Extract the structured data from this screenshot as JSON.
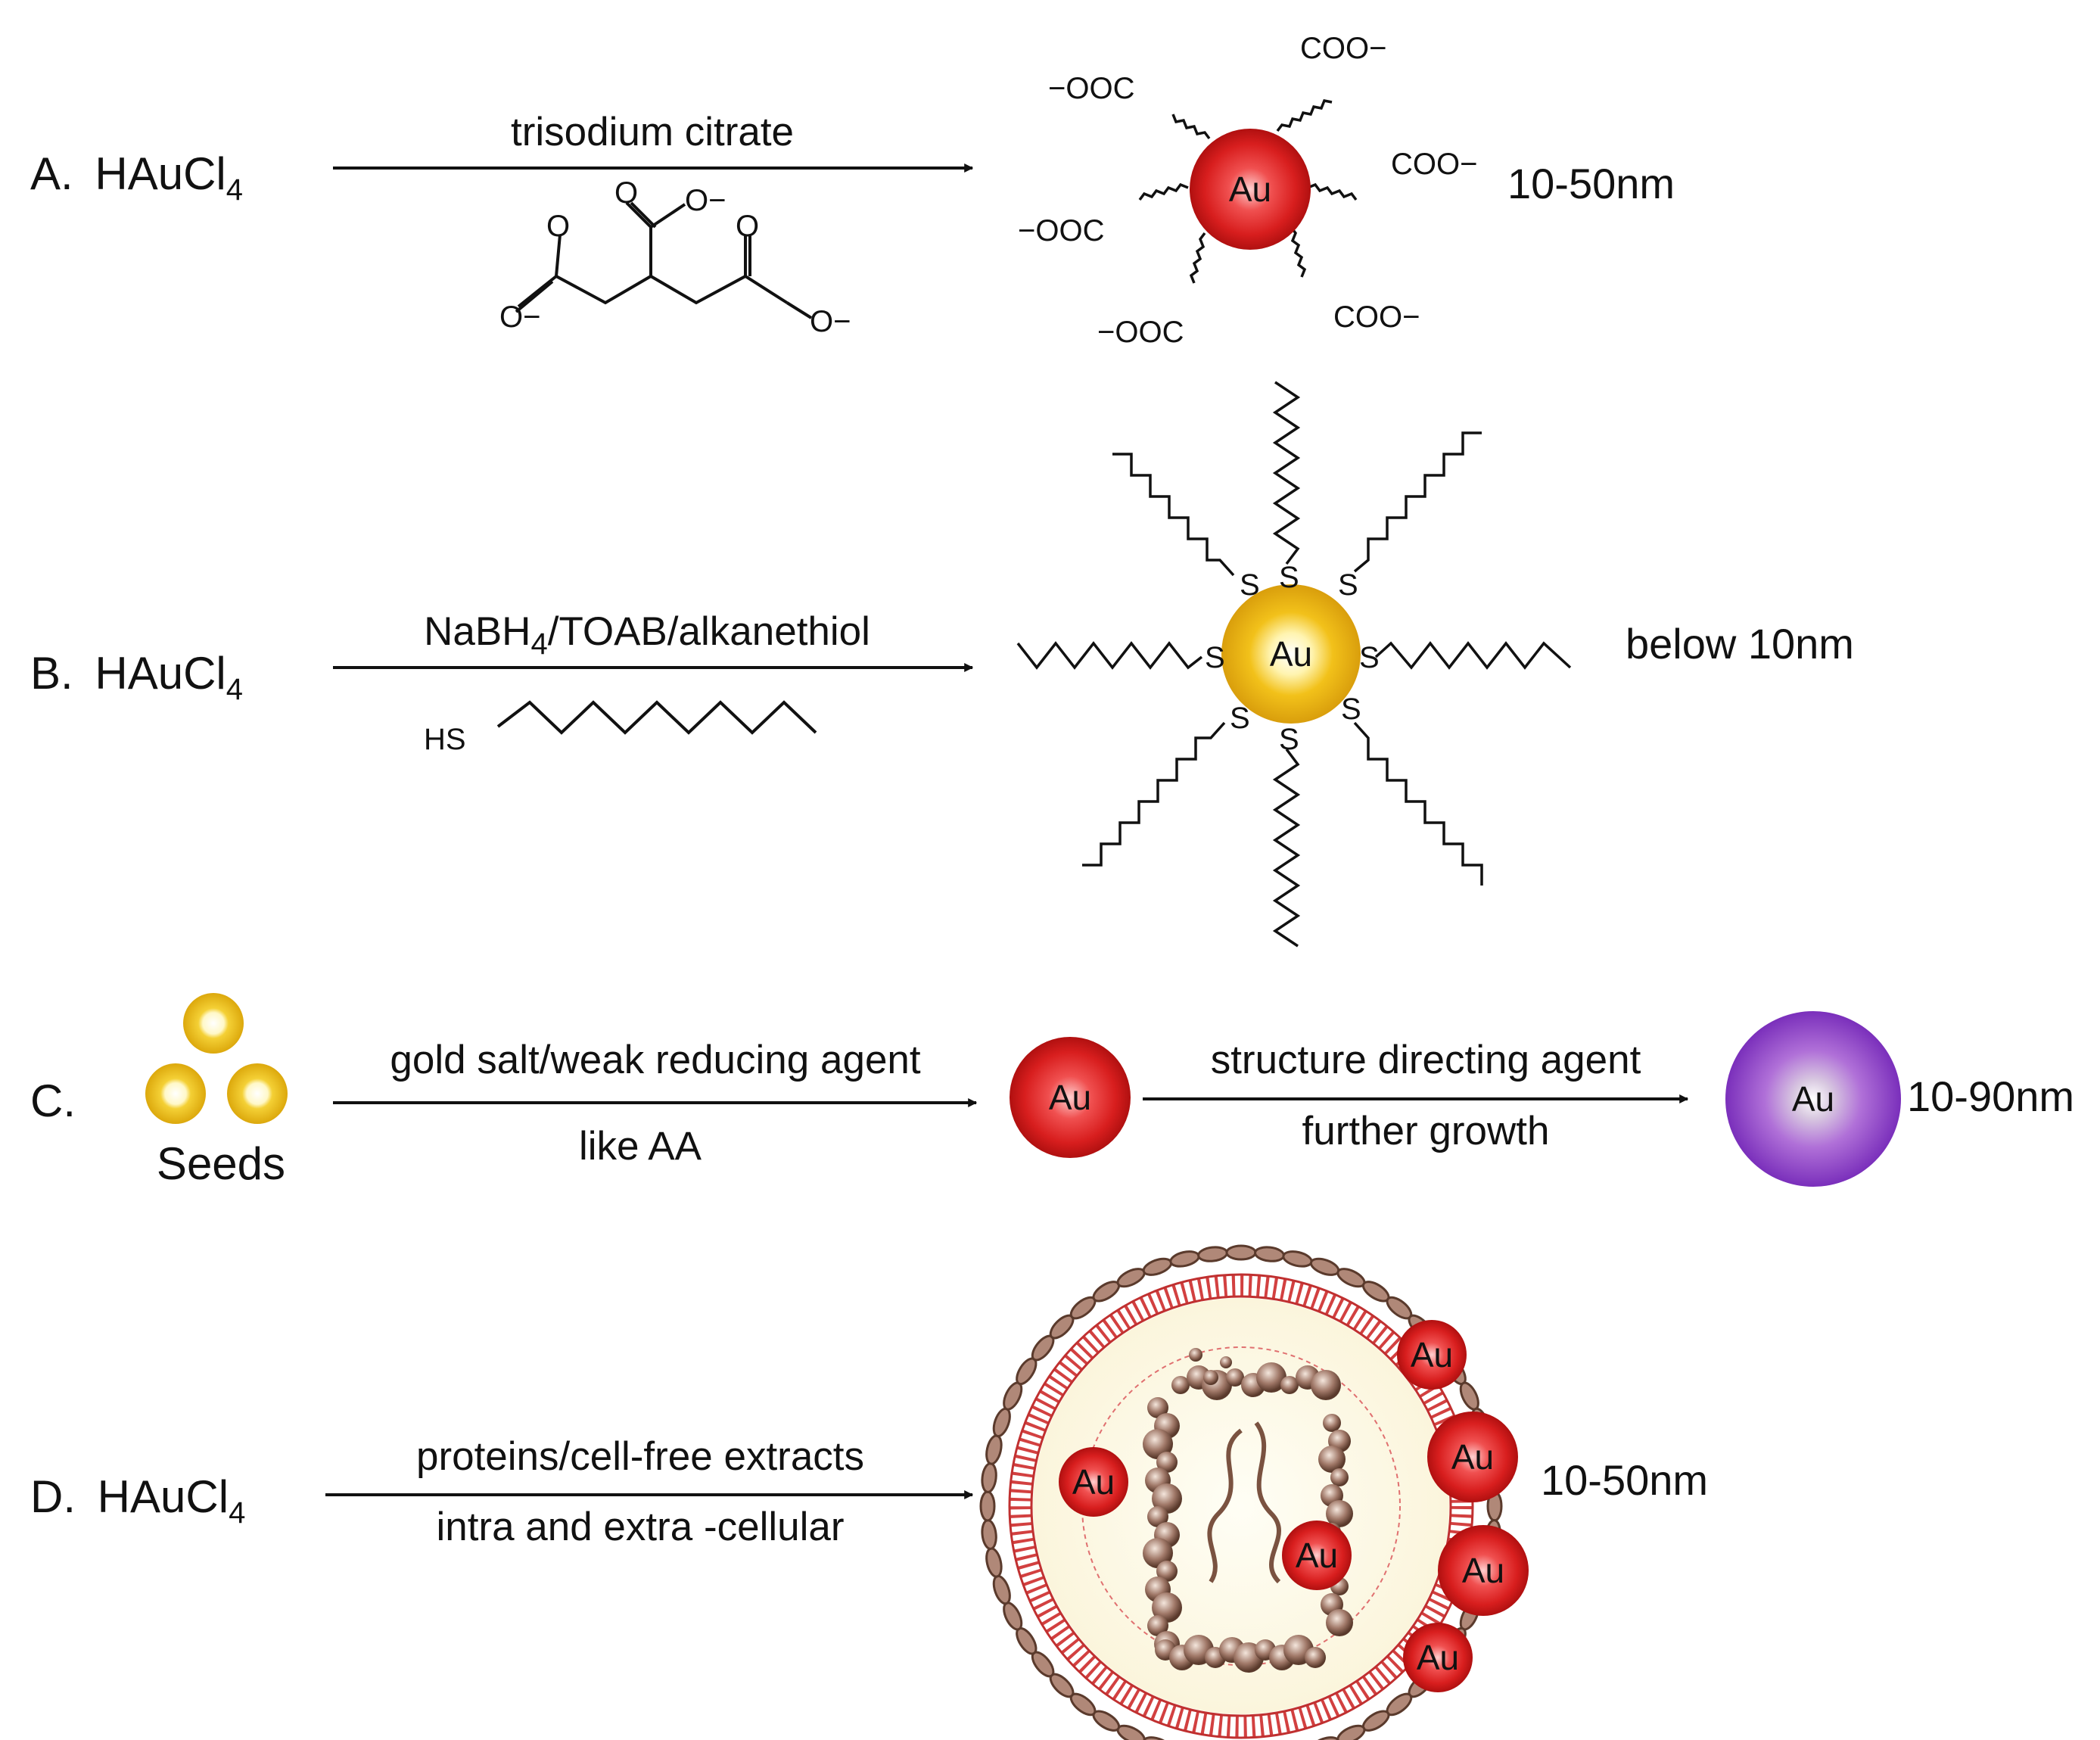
{
  "panels": {
    "a": {
      "prefix": "A.",
      "reactant": "HAuCl",
      "reactant_sub": "4",
      "reagent": "trisodium citrate",
      "product": "Au",
      "ligands": [
        "COO−",
        "COO−",
        "COO−",
        "−OOC",
        "−OOC",
        "−OOC"
      ],
      "citrate_atoms": [
        "O",
        "O−",
        "O",
        "O−",
        "O",
        "O−"
      ],
      "size": "10-50nm",
      "particle_color": "#d81e1e"
    },
    "b": {
      "prefix": "B.",
      "reactant": "HAuCl",
      "reactant_sub": "4",
      "reagent_parts": [
        "NaBH",
        "4",
        "/TOAB/alkanethiol"
      ],
      "thiol_label": "HS",
      "sulfur": "S",
      "product": "Au",
      "size": "below 10nm",
      "particle_color": "#f2c11a"
    },
    "c": {
      "prefix": "C.",
      "seeds_label": "Seeds",
      "reagent_top_1": "gold salt/weak reducing agent",
      "reagent_bottom_1": "like AA",
      "intermediate": "Au",
      "reagent_top_2": "structure directing agent",
      "reagent_bottom_2": "further growth",
      "product": "Au",
      "size": "10-90nm",
      "seed_color": "#e8b818",
      "intermediate_color": "#d81e1e",
      "product_color": "#8a3dc4"
    },
    "d": {
      "prefix": "D.",
      "reactant": "HAuCl",
      "reactant_sub": "4",
      "reagent_top": "proteins/cell-free extracts",
      "reagent_bottom": "intra and extra -cellular",
      "particles": [
        "Au",
        "Au",
        "Au",
        "Au",
        "Au",
        "Au"
      ],
      "size": "10-50nm",
      "membrane_color": "#d24040",
      "organelle_color": "#7a5240"
    }
  }
}
